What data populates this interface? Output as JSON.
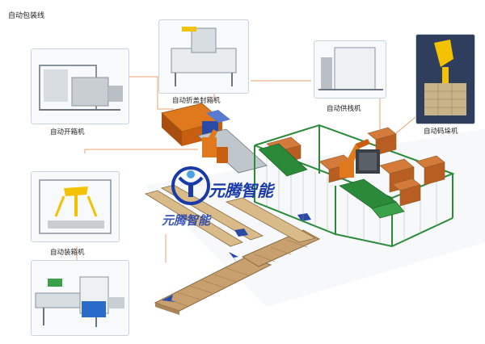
{
  "title": "自动包装线",
  "machines": [
    {
      "id": "case-erector",
      "label": "自动开箱机"
    },
    {
      "id": "case-sealer",
      "label": "自动折盖封箱机"
    },
    {
      "id": "pallet-dispenser",
      "label": "自动供栈机"
    },
    {
      "id": "palletizer",
      "label": "自动码垛机"
    },
    {
      "id": "case-packer",
      "label": "自动装箱机"
    }
  ],
  "brand": {
    "name": "元腾智能",
    "color": "#1a3aa8",
    "accent": "#4aa3e0"
  },
  "colors": {
    "callout": "#e8a070",
    "frame": "#2a8a3a",
    "conveyor": "#c8a070",
    "robot": "#e0781e",
    "flow_arrow": "#2a4aa8"
  }
}
